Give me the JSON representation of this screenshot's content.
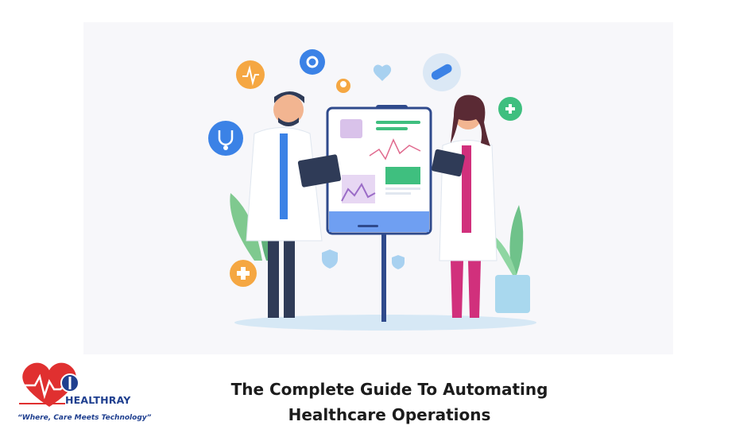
{
  "brand": {
    "name": "HEALTHRAY",
    "tagline": "“Where, Care Meets Technology”",
    "colors": {
      "heart": "#e03030",
      "primary": "#1f3f8f"
    }
  },
  "title": {
    "line1": "The Complete Guide To Automating",
    "line2": "Healthcare Operations"
  },
  "hero": {
    "icons": [
      "heart-monitor-icon",
      "gear-icon",
      "heart-icon",
      "pill-icon",
      "award-icon",
      "stethoscope-icon",
      "plus-icon",
      "plus-icon",
      "shield-icon"
    ],
    "colors": {
      "orange": "#f5a742",
      "blue": "#3b82e6",
      "green": "#3fbf7f",
      "pink": "#d1307c",
      "board": "#2f4a8c"
    }
  }
}
